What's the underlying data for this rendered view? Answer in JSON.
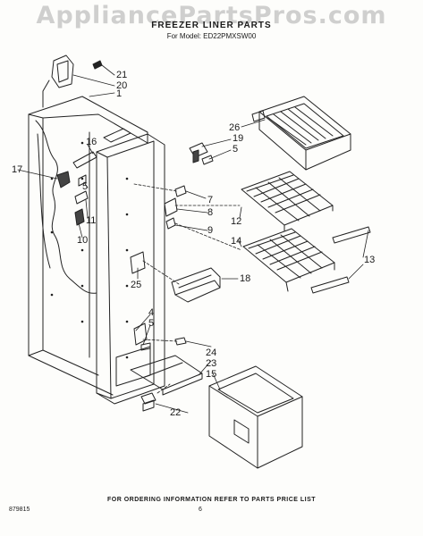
{
  "watermark": "AppliancePartsPros.com",
  "header": {
    "title": "FREEZER LINER PARTS",
    "model": "For Model: ED22PMXSW00"
  },
  "footer": {
    "ordering": "FOR ORDERING INFORMATION REFER TO PARTS PRICE LIST",
    "code": "879815",
    "page": "6"
  },
  "callouts": [
    "21",
    "20",
    "1",
    "16",
    "17",
    "5",
    "11",
    "10",
    "26",
    "19",
    "5",
    "7",
    "8",
    "12",
    "9",
    "14",
    "13",
    "18",
    "25",
    "4",
    "5",
    "24",
    "23",
    "15",
    "22"
  ]
}
